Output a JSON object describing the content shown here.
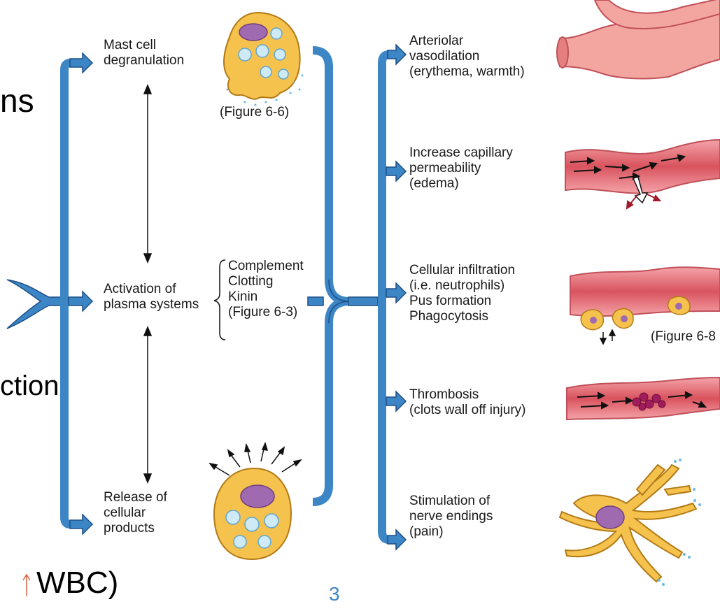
{
  "slide_fragments": {
    "top": "ns",
    "middle": "ction",
    "bottom": "WBC)",
    "page_marker": "3"
  },
  "triggers": {
    "mast_cell": "Mast cell\ndegranulation",
    "plasma": "Activation of\nplasma systems",
    "cellular": "Release of\ncellular\nproducts"
  },
  "figure_refs": {
    "mast": "(Figure 6-6)",
    "infiltration": "(Figure 6-8"
  },
  "plasma_systems": {
    "list": "Complement\nClotting\nKinin\n(Figure 6-3)"
  },
  "outcomes": [
    {
      "text": "Arteriolar\nvasodilation\n(erythema, warmth)"
    },
    {
      "text": "Increase capillary\npermeability\n(edema)"
    },
    {
      "text": "Cellular infiltration\n(i.e. neutrophils)\nPus formation\nPhagocytosis"
    },
    {
      "text": "Thrombosis\n(clots wall off injury)"
    },
    {
      "text": "Stimulation of\nnerve endings\n(pain)"
    }
  ],
  "colors": {
    "arrow_blue": "#3d86c6",
    "vessel_red": "#d9535e",
    "cell_yellow": "#f6c24e",
    "nucleus_purple": "#a06ab0",
    "granule_blue": "#6bb8e0"
  }
}
